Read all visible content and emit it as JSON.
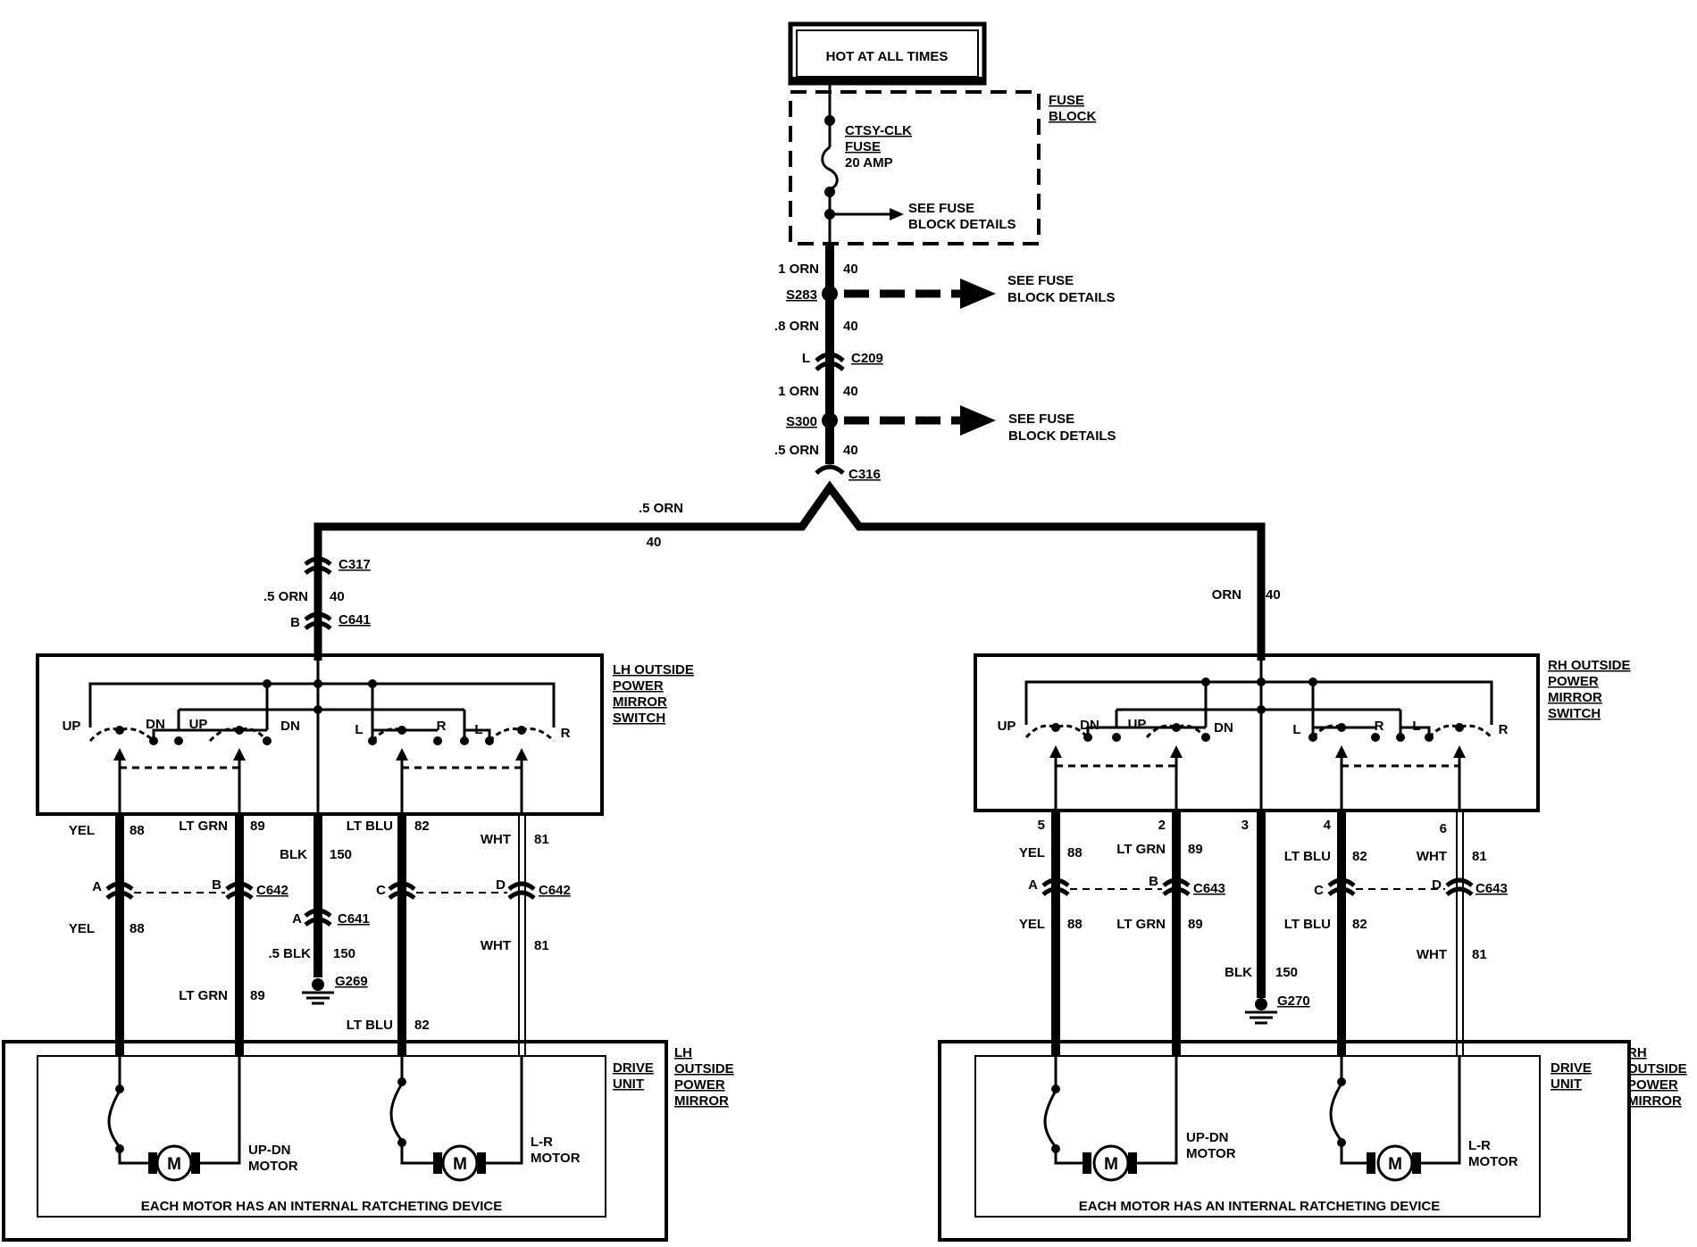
{
  "power": {
    "hot_label": "HOT AT ALL TIMES",
    "fuse_block": [
      "FUSE",
      "BLOCK"
    ],
    "fuse_name": "CTSY-CLK",
    "fuse_word": "FUSE",
    "fuse_rating": "20 AMP",
    "see_fuse_1": "SEE FUSE",
    "see_fuse_2": "BLOCK DETAILS"
  },
  "feed": {
    "w1_gauge": "1 ORN",
    "w1_num": "40",
    "s283": "S283",
    "w2_gauge": ".8 ORN",
    "w2_num": "40",
    "c209_pin": "L",
    "c209": "C209",
    "w3_gauge": "1 ORN",
    "w3_num": "40",
    "s300": "S300",
    "w4_gauge": ".5 ORN",
    "w4_num": "40",
    "c316": "C316",
    "branch_gauge": ".5 ORN",
    "branch_num": "40"
  },
  "lh": {
    "c317": "C317",
    "feed_gauge": ".5 ORN",
    "feed_num": "40",
    "c641_pin_b": "B",
    "c641": "C641",
    "switch_title": [
      "LH OUTSIDE",
      "POWER",
      "MIRROR",
      "SWITCH"
    ],
    "contacts": {
      "up1": "UP",
      "dn1": "DN",
      "up2": "UP",
      "dn2": "DN",
      "l1": "L",
      "r1": "R",
      "l2": "L",
      "r2": "R"
    },
    "wires_top": [
      {
        "color": "YEL",
        "num": "88"
      },
      {
        "color": "LT GRN",
        "num": "89"
      },
      {
        "color": "BLK",
        "num": "150"
      },
      {
        "color": "LT BLU",
        "num": "82"
      },
      {
        "color": "WHT",
        "num": "81"
      }
    ],
    "c642": "C642",
    "pins": {
      "a": "A",
      "b": "B",
      "c": "C",
      "d": "D",
      "ground_a": "A"
    },
    "c641_lower": "C641",
    "wires_bottom": [
      {
        "color": "YEL",
        "num": "88"
      },
      {
        "color": "LT GRN",
        "num": "89"
      },
      {
        "color": ".5 BLK",
        "num": "150"
      },
      {
        "color": "LT BLU",
        "num": "82"
      },
      {
        "color": "WHT",
        "num": "81"
      }
    ],
    "ground": "G269",
    "drive_unit": [
      "DRIVE",
      "UNIT"
    ],
    "mirror_title": [
      "LH",
      "OUTSIDE",
      "POWER",
      "MIRROR"
    ],
    "motor1": [
      "UP-DN",
      "MOTOR"
    ],
    "motor2": [
      "L-R",
      "MOTOR"
    ],
    "motor_symbol": "M",
    "note": "EACH MOTOR HAS AN INTERNAL RATCHETING DEVICE"
  },
  "rh": {
    "feed_color": "ORN",
    "feed_num": "40",
    "switch_title": [
      "RH OUTSIDE",
      "POWER",
      "MIRROR",
      "SWITCH"
    ],
    "contacts": {
      "up1": "UP",
      "dn1": "DN",
      "up2": "UP",
      "dn2": "DN",
      "l1": "L",
      "r1": "R",
      "l2": "L",
      "r2": "R"
    },
    "pin_numbers": [
      "5",
      "2",
      "3",
      "4",
      "6"
    ],
    "wires_top": [
      {
        "color": "YEL",
        "num": "88"
      },
      {
        "color": "LT GRN",
        "num": "89"
      },
      {
        "color": "LT BLU",
        "num": "82"
      },
      {
        "color": "WHT",
        "num": "81"
      }
    ],
    "c643": "C643",
    "pins": {
      "a": "A",
      "b": "B",
      "c": "C",
      "d": "D"
    },
    "wires_bottom": [
      {
        "color": "YEL",
        "num": "88"
      },
      {
        "color": "LT GRN",
        "num": "89"
      },
      {
        "color": "BLK",
        "num": "150"
      },
      {
        "color": "LT BLU",
        "num": "82"
      },
      {
        "color": "WHT",
        "num": "81"
      }
    ],
    "ground": "G270",
    "drive_unit": [
      "DRIVE",
      "UNIT"
    ],
    "mirror_title": [
      "RH",
      "OUTSIDE",
      "POWER",
      "MIRROR"
    ],
    "motor1": [
      "UP-DN",
      "MOTOR"
    ],
    "motor2": [
      "L-R",
      "MOTOR"
    ],
    "motor_symbol": "M",
    "note": "EACH MOTOR HAS AN INTERNAL RATCHETING DEVICE"
  }
}
